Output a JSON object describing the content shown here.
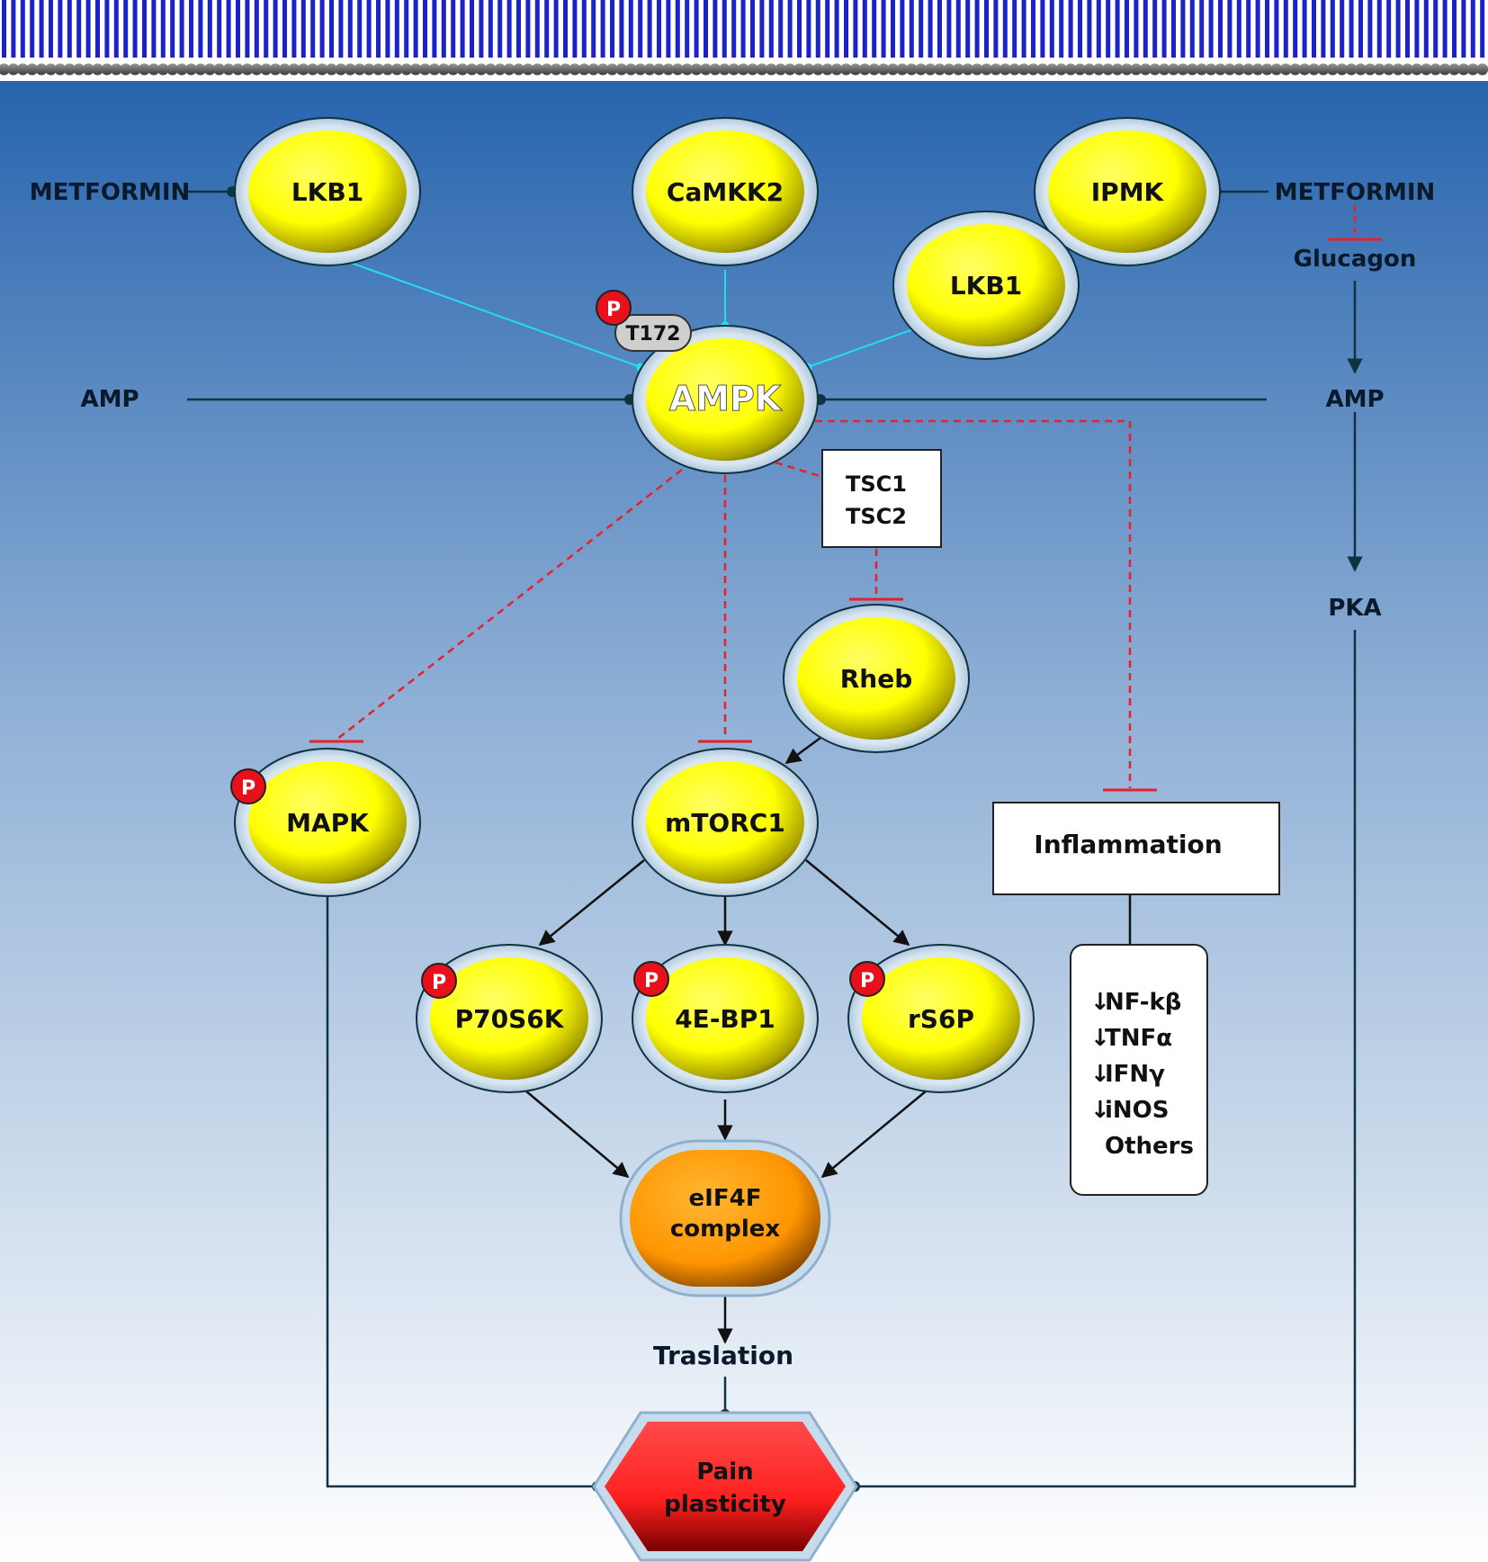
{
  "colors": {
    "membrane_head": "#1a22c8",
    "membrane_ball": "#6b6b6b",
    "bg_top": "#1e5ca8",
    "bg_bottom": "#ffffff",
    "node_yellow": "#ffff00",
    "node_orange": "#ff9a00",
    "hexagon_red": "#ff2a2a",
    "activation_cyan": "#22ddee",
    "inhibition_red": "#e8202a",
    "arrow_dark": "#0f3340",
    "phospho_red": "#e8101a"
  },
  "labels": {
    "metformin_left": "METFORMIN",
    "metformin_right": "METFORMIN",
    "glucagon": "Glucagon",
    "amp_left": "AMP",
    "amp_right": "AMP",
    "pka": "PKA",
    "traslation": "Traslation",
    "phospho_mark": "P",
    "t172": "T172"
  },
  "nodes": {
    "lkb1_top": "LKB1",
    "camkk2": "CaMKK2",
    "ipmk": "IPMK",
    "lkb1_right": "LKB1",
    "ampk": "AMPK",
    "rheb": "Rheb",
    "mapk": "MAPK",
    "mtorc1": "mTORC1",
    "p70s6k": "P70S6K",
    "eb1": "4E-BP1",
    "rs6p": "rS6P",
    "eif4f_line1": "eIF4F",
    "eif4f_line2": "complex",
    "pain_line1": "Pain",
    "pain_line2": "plasticity"
  },
  "boxes": {
    "tsc_line1": "TSC1",
    "tsc_line2": "TSC2",
    "inflammation": "Inflammation"
  },
  "inflammation_markers": [
    {
      "arrow": "↓",
      "text": "NF-kβ"
    },
    {
      "arrow": "↓",
      "text": "TNFα"
    },
    {
      "arrow": "↓",
      "text": "IFNγ"
    },
    {
      "arrow": "↓",
      "text": "iNOS"
    },
    {
      "arrow": "",
      "text": "Others"
    }
  ]
}
